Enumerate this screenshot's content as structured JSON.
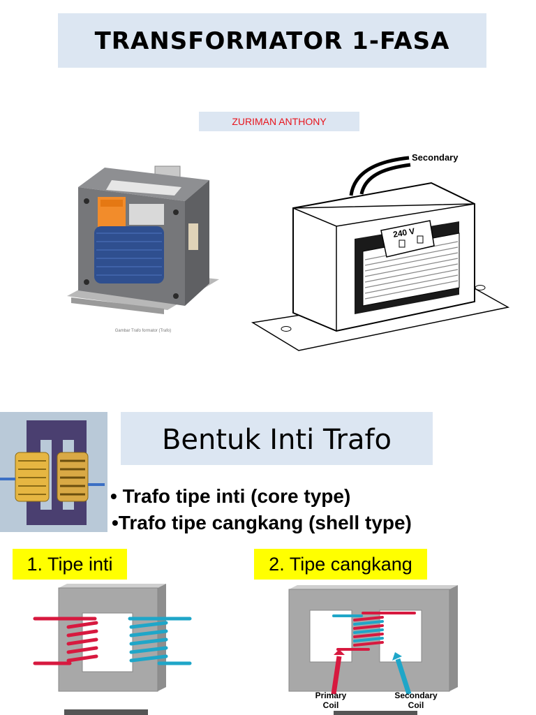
{
  "slide1": {
    "title": "TRANSFORMATOR 1-FASA",
    "author": "ZURIMAN ANTHONY",
    "image_caption": "Gambar Trafo formator (Trafo)",
    "diagram_label_secondary": "Secondary",
    "diagram_label_voltage": "240 V"
  },
  "slide2": {
    "heading": "Bentuk Inti Trafo",
    "bullets": [
      "• Trafo tipe inti (core type)",
      "•Trafo tipe cangkang (shell type)"
    ],
    "type1_label": "1. Tipe inti",
    "type2_label": "2. Tipe cangkang",
    "primary_coil_label": [
      "Primary",
      "Coil"
    ],
    "secondary_coil_label": [
      "Secondary",
      "Coil"
    ]
  },
  "colors": {
    "header_bg": "#dce6f2",
    "author_text": "#e8141c",
    "highlight": "#ffff00",
    "primary_coil": "#d7193f",
    "secondary_coil": "#1fa6c8",
    "core_gray": "#a8a8a8"
  }
}
